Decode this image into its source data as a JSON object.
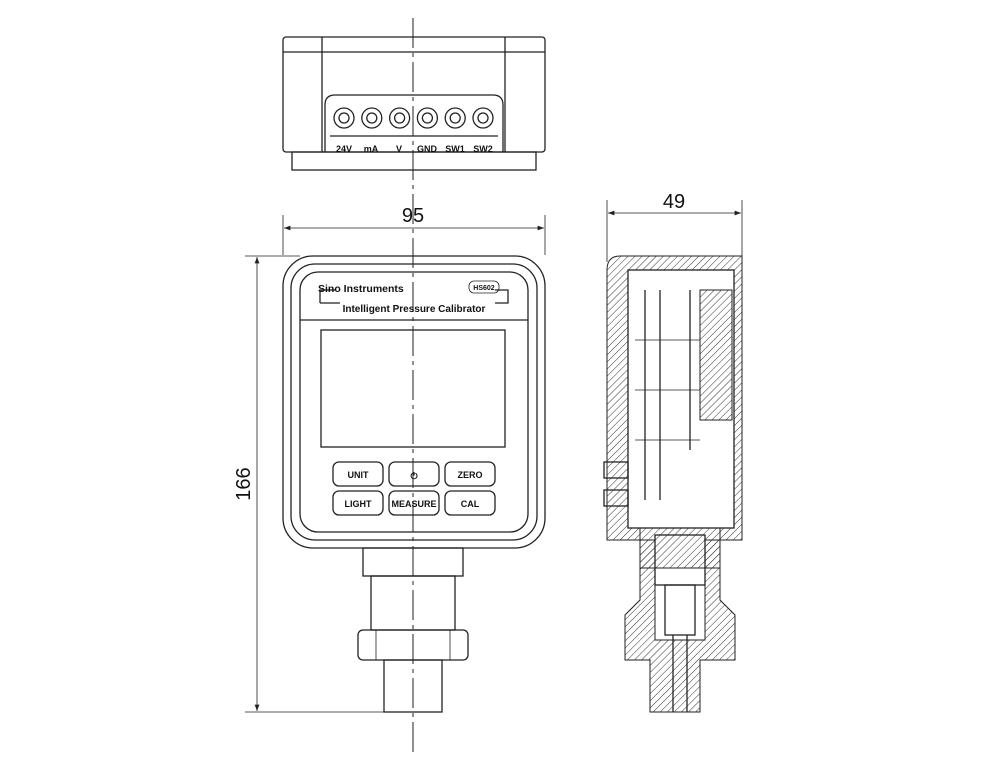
{
  "dimensions": {
    "width": "95",
    "height": "166",
    "depth": "49"
  },
  "terminals": [
    "24V",
    "mA",
    "V",
    "GND",
    "SW1",
    "SW2"
  ],
  "brand": "Sino Instruments",
  "model": "HS602",
  "product_name": "Intelligent Pressure Calibrator",
  "buttons": {
    "unit": "UNIT",
    "power": "⏻",
    "zero": "ZERO",
    "light": "LIGHT",
    "measure": "MEASURE",
    "cal": "CAL"
  }
}
